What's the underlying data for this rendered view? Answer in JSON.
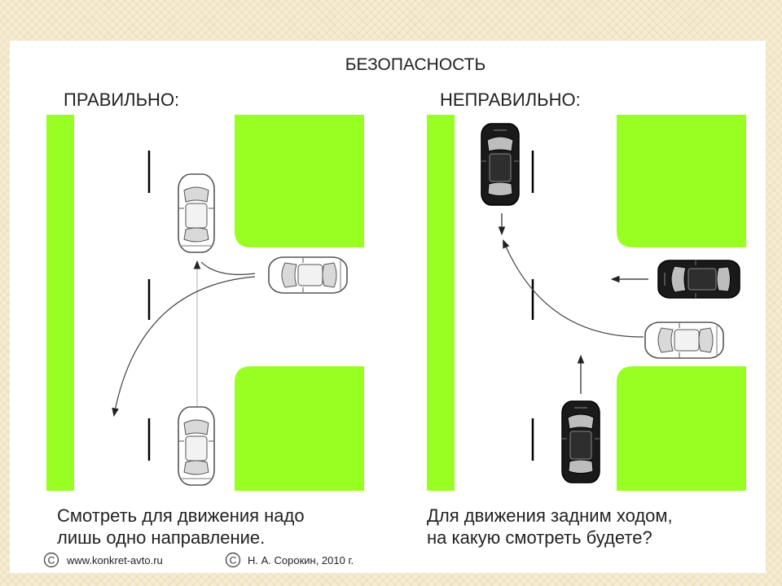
{
  "title": "БЕЗОПАСНОСТЬ",
  "left": {
    "heading": "ПРАВИЛЬНО:",
    "caption_line1": "Смотреть для движения надо",
    "caption_line2": "лишь одно направление."
  },
  "right": {
    "heading": "НЕПРАВИЛЬНО:",
    "caption_line1": "Для движения задним ходом,",
    "caption_line2": "на какую смотреть будете?"
  },
  "copyright_left": "www.konkret-avto.ru",
  "copyright_right": "Н. А. Сорокин, 2010 г.",
  "copyright_symbol": "C",
  "colors": {
    "grass": "#99ff22",
    "page_bg": "#f6ecd4",
    "car_light": "#ffffff",
    "car_dark": "#1a1a1a"
  }
}
